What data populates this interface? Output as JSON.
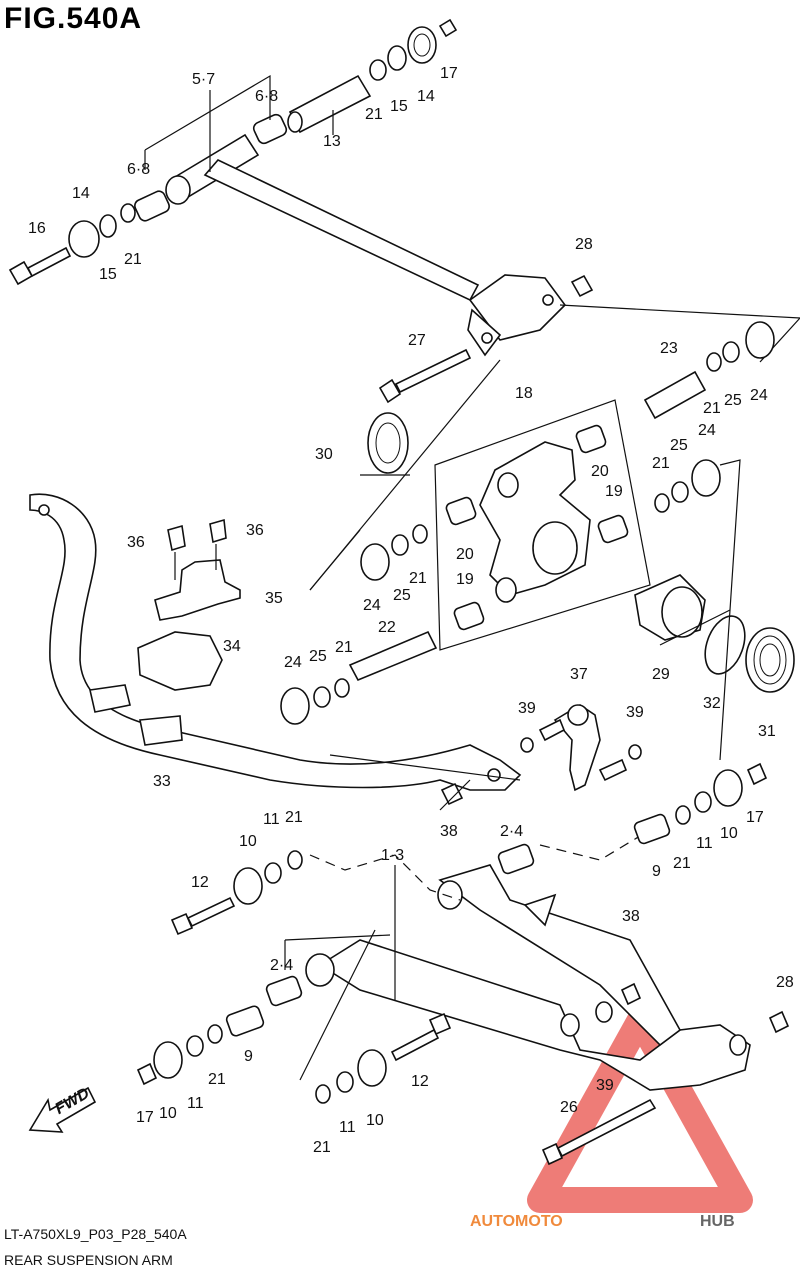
{
  "figure": {
    "title": "FIG.540A",
    "code": "LT-A750XL9_P03_P28_540A",
    "name": "REAR SUSPENSION ARM",
    "fwd_label": "FWD"
  },
  "watermark": {
    "text_colored": "AUTOMOTO",
    "text_gray": "HUB",
    "accent_color": "#f08a3c",
    "gray_color": "#666666",
    "triangle_color": "#e8504a"
  },
  "callouts": [
    "5·7",
    "6·8",
    "6·8",
    "13",
    "17",
    "14",
    "15",
    "21",
    "16",
    "14",
    "15",
    "21",
    "28",
    "27",
    "23",
    "21",
    "25",
    "24",
    "18",
    "30",
    "24",
    "25",
    "21",
    "20",
    "19",
    "36",
    "36",
    "20",
    "24",
    "25",
    "21",
    "19",
    "35",
    "34",
    "22",
    "29",
    "24",
    "25",
    "21",
    "32",
    "31",
    "37",
    "39",
    "39",
    "33",
    "38",
    "17",
    "11",
    "21",
    "10",
    "2·4",
    "11",
    "10",
    "21",
    "9",
    "12",
    "1·3",
    "38",
    "2·4",
    "28",
    "9",
    "17",
    "10",
    "11",
    "21",
    "12",
    "39",
    "26",
    "21",
    "11",
    "10"
  ]
}
